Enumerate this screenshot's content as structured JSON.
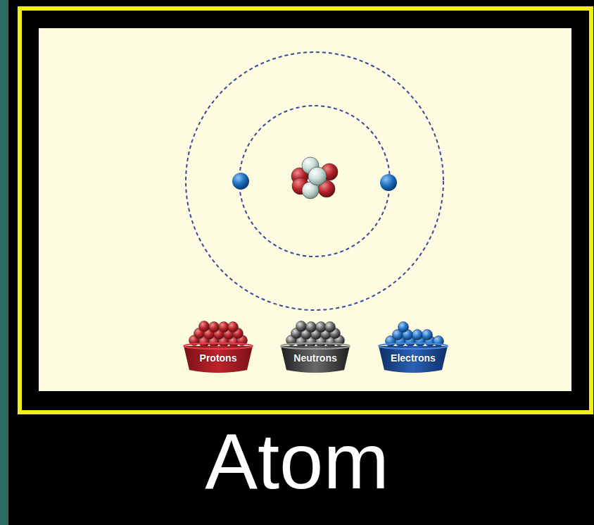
{
  "diagram": {
    "title": "Atom",
    "nodes": [
      {
        "text": [
          "Protons"
        ]
      },
      {
        "text": [
          "Neutrons"
        ]
      },
      {
        "text": [
          "Electrons"
        ]
      }
    ]
  }
}
